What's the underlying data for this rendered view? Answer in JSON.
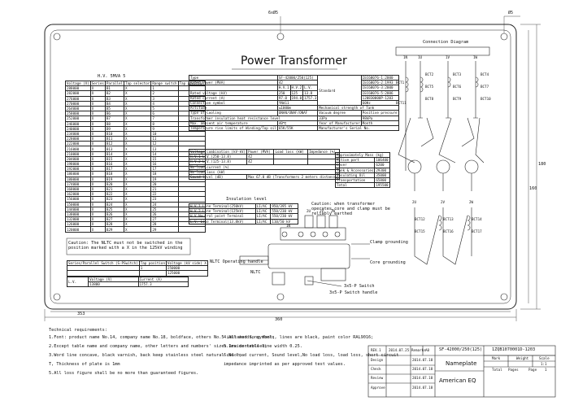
{
  "title": "Power Transformer",
  "plate_dims": {
    "w": "360",
    "h": "180",
    "w2": "353",
    "h2": "160",
    "hole": "6xØ5",
    "hole2": "Ø5"
  },
  "hv_header": "H.V. 5MVA 5",
  "tap_cols": [
    "Voltage (V)",
    "Series",
    "Parallel",
    "Tap selector",
    "Range switch",
    "Tap position"
  ],
  "tap_rows": [
    [
      "288000",
      "X",
      "B1",
      "X",
      "1",
      ""
    ],
    [
      "282000",
      "X",
      "B2",
      "X",
      "2",
      ""
    ],
    [
      "276000",
      "X",
      "B3",
      "X",
      "3",
      ""
    ],
    [
      "270000",
      "X",
      "B4",
      "X",
      "4",
      ""
    ],
    [
      "264000",
      "X",
      "B5",
      "X",
      "5",
      ""
    ],
    [
      "258000",
      "X",
      "B6",
      "X",
      "6",
      ""
    ],
    [
      "252000",
      "X",
      "B7",
      "X",
      "7",
      ""
    ],
    [
      "246000",
      "X",
      "B8",
      "X",
      "8",
      ""
    ],
    [
      "240000",
      "X",
      "B9",
      "X",
      "9",
      ""
    ],
    [
      "234000",
      "X",
      "B10",
      "X",
      "10",
      ""
    ],
    [
      "228000",
      "X",
      "B11",
      "X",
      "11",
      ""
    ],
    [
      "222000",
      "X",
      "B12",
      "X",
      "12",
      ""
    ],
    [
      "216000",
      "X",
      "B13",
      "X",
      "13",
      ""
    ],
    [
      "210000",
      "X",
      "B14",
      "X",
      "14",
      ""
    ],
    [
      "204000",
      "X",
      "B15",
      "X",
      "15",
      ""
    ],
    [
      "198000",
      "X",
      "B16",
      "X",
      "16",
      ""
    ],
    [
      "192000",
      "X",
      "B17",
      "X",
      "17",
      ""
    ],
    [
      "186000",
      "X",
      "B18",
      "X",
      "18",
      ""
    ],
    [
      "180000",
      "X",
      "B19",
      "X",
      "19",
      ""
    ],
    [
      "174000",
      "X",
      "B20",
      "X",
      "20",
      ""
    ],
    [
      "168000",
      "X",
      "B21",
      "X",
      "21",
      ""
    ],
    [
      "162000",
      "X",
      "B22",
      "X",
      "22",
      ""
    ],
    [
      "156000",
      "X",
      "B23",
      "X",
      "23",
      ""
    ],
    [
      "150000",
      "X",
      "B24",
      "X",
      "24",
      ""
    ],
    [
      "144000",
      "X",
      "B25",
      "X",
      "25",
      ""
    ],
    [
      "138000",
      "X",
      "B26",
      "X",
      "26",
      ""
    ],
    [
      "132000",
      "X",
      "B27",
      "X",
      "27",
      ""
    ],
    [
      "126000",
      "X",
      "B28",
      "X",
      "28",
      ""
    ],
    [
      "120000",
      "X",
      "B29",
      "X",
      "29",
      ""
    ]
  ],
  "caution_tap": "Caution: The NLTC must not be switched in the position marked with a X in the 125kV winding",
  "series_parallel": {
    "h1": "Series/Parallel Switch (S-PSwitch)",
    "h2": "Tap position",
    "h3": "Voltage (kV side) X",
    "r1": [
      "1",
      "250000"
    ],
    "r2": [
      "",
      "125000"
    ]
  },
  "lv_block": {
    "label": "L.V.",
    "h1": "Voltage (V)",
    "h2": "Current (A)",
    "v": "13800",
    "a": "1757.3"
  },
  "type_row": [
    "Type",
    "SF-42000/250(125)"
  ],
  "rated_power": [
    "Rated Power (MVA)",
    "42"
  ],
  "col_heads": [
    "H.V.1",
    "H.V.2",
    "L.V."
  ],
  "rated_voltage": [
    "Rated voltage (kV)",
    "250",
    "125",
    "13.8"
  ],
  "rated_current": [
    "Rated current (A)",
    "97.0",
    "194.0",
    "1757.3"
  ],
  "connection": [
    "Connection symbol",
    "YNd11"
  ],
  "altitude": [
    "Altitude",
    "≤1000m"
  ],
  "cooling": [
    "Type of Cooling",
    "ONAN/ONAF/ONAF"
  ],
  "max_temp": [
    "Max. ambient air temperature",
    "40℃"
  ],
  "temp_rise": [
    "Temperature rise limits of Winding/Top oil",
    "65K/55K"
  ],
  "insulation_level": [
    "Transformer insulation heat resistance level",
    "A"
  ],
  "standard_label": "Standard",
  "standards": [
    "IEC60076-1:2000",
    "IEC60076-2:1993",
    "IEC60076-3:2000",
    "IEC60076-5:2006"
  ],
  "product_series": [
    "Product Series No.",
    "120830000P-1203"
  ],
  "rated_freq": [
    "Rated Frequency",
    "60Hz"
  ],
  "phases": [
    "No. of Phases",
    "3"
  ],
  "mech_strength": "Mechanical strength of Tank",
  "vacuum": [
    "Vacuum degree",
    "Positive pressure"
  ],
  "vacuum_vals": [
    "33Pa",
    "98kPa"
  ],
  "year": [
    "Year of Manufacturer",
    "Year",
    "Month"
  ],
  "serial": "Manufacturer's Serial No.",
  "imp_heads": [
    "Voltage combination (kV-kV)",
    "Power (MVA)",
    "Load loss (kW)",
    "Impedance (%)"
  ],
  "imp_rows": [
    [
      "H.V.1-L.V.(250-13.8)",
      "42",
      "",
      ""
    ],
    [
      "H.V.2-L.V.(125-13.8)",
      "42",
      "",
      ""
    ]
  ],
  "noload_current": "No-load current (%)",
  "noload_loss": "No-load loss (kW)",
  "sound_level": "Sound level (dB)",
  "sound_val": "Max 67.0 dB (Transformers 2 meters distance)",
  "weights_title": "Approximately Mass (kg)",
  "weights": [
    [
      "Active part",
      "106400"
    ],
    [
      "Cover",
      "6200"
    ],
    [
      "Tank & Accessories",
      "29300"
    ],
    [
      "Insulating Oil",
      "35000"
    ],
    [
      "Transportation",
      "65800"
    ],
    [
      "Total",
      "195500"
    ]
  ],
  "insulation_title": "Insulation level",
  "insulation": [
    [
      "H.V.1 Line Terminal(250kV)",
      "LI/AC",
      "950/395 kV"
    ],
    [
      "H.V.2 Line Terminal(125kV)",
      "LI/AC",
      "550/230 kV"
    ],
    [
      "H.V.Neutral point Terminal",
      "LI/AC",
      "550/230 kV"
    ],
    [
      "L.V. Line Terminal(13.8kV)",
      "LI/AC",
      "110/50 kV"
    ]
  ],
  "caution_core": "Caution: when transformer operates,core and clamp must be reliably earthed",
  "terminals_top": [
    "2U",
    "2V",
    "2W"
  ],
  "labels": {
    "n": "1N",
    "clamp": "Clamp grounding",
    "core": "Core grounding",
    "nltc": "NLTC Operating handle",
    "nltc2": "NLTC",
    "sp": "3x5-P Switch",
    "sp2": "3x5-P Switch handle"
  },
  "conn_title": "Connection Diagram",
  "conn_top": [
    "1N",
    "1U",
    "1V",
    "1W"
  ],
  "conn_bot": [
    "2U",
    "2V",
    "2W"
  ],
  "bct": [
    "BCT1",
    "BCT2",
    "BCT3",
    "BCT4",
    "BCT5",
    "BCT6",
    "BCT7",
    "BCT8",
    "BCT9",
    "BCT10",
    "BCT11",
    "BCT12",
    "BCT13",
    "BCT14",
    "BCT15",
    "BCT16",
    "BCT17"
  ],
  "notes_title": "Technical requirements:",
  "notes_left": [
    "1.Font: product name No.14, company name No.18, boldface, others No.5 imitated Song font;",
    "2.Except table name and company name, other letters and numbers' sizes are controlled;",
    "3.Word line concave, black varnish, back keep stainless steel natural color;",
    "  T, Thickness of plate is 1mm",
    "5.All loss figure shall be no more than guaranteed figures."
  ],
  "notes_right": [
    "4.All words, symbols, lines are black, paint color RAL9016;",
    "5.Inside table line width 0.25.",
    "6.No load current, Sound level,No load loss, load loss, short circuit",
    "  impedance imprinted as per approved test values."
  ],
  "title_block": {
    "rev": "REV.1",
    "date": "2014.07.25",
    "remark": "Remarks",
    "a0": "A0",
    "model": "SF-42000/250(125)",
    "code": "1ZQB1070001D-1203",
    "rows": [
      "Design",
      "Check",
      "Review",
      "Approve"
    ],
    "dates": [
      "2014.07.18",
      "2014.07.18",
      "2014.07.18",
      "2014.07.18"
    ],
    "name": "Nameplate",
    "company": "American EQ",
    "mark": "Mark",
    "weight": "Weight",
    "scale": "Scale",
    "scale_val": "1:1",
    "total": "Total",
    "pages": "Pages",
    "page": "Page",
    "page_val": "1"
  }
}
